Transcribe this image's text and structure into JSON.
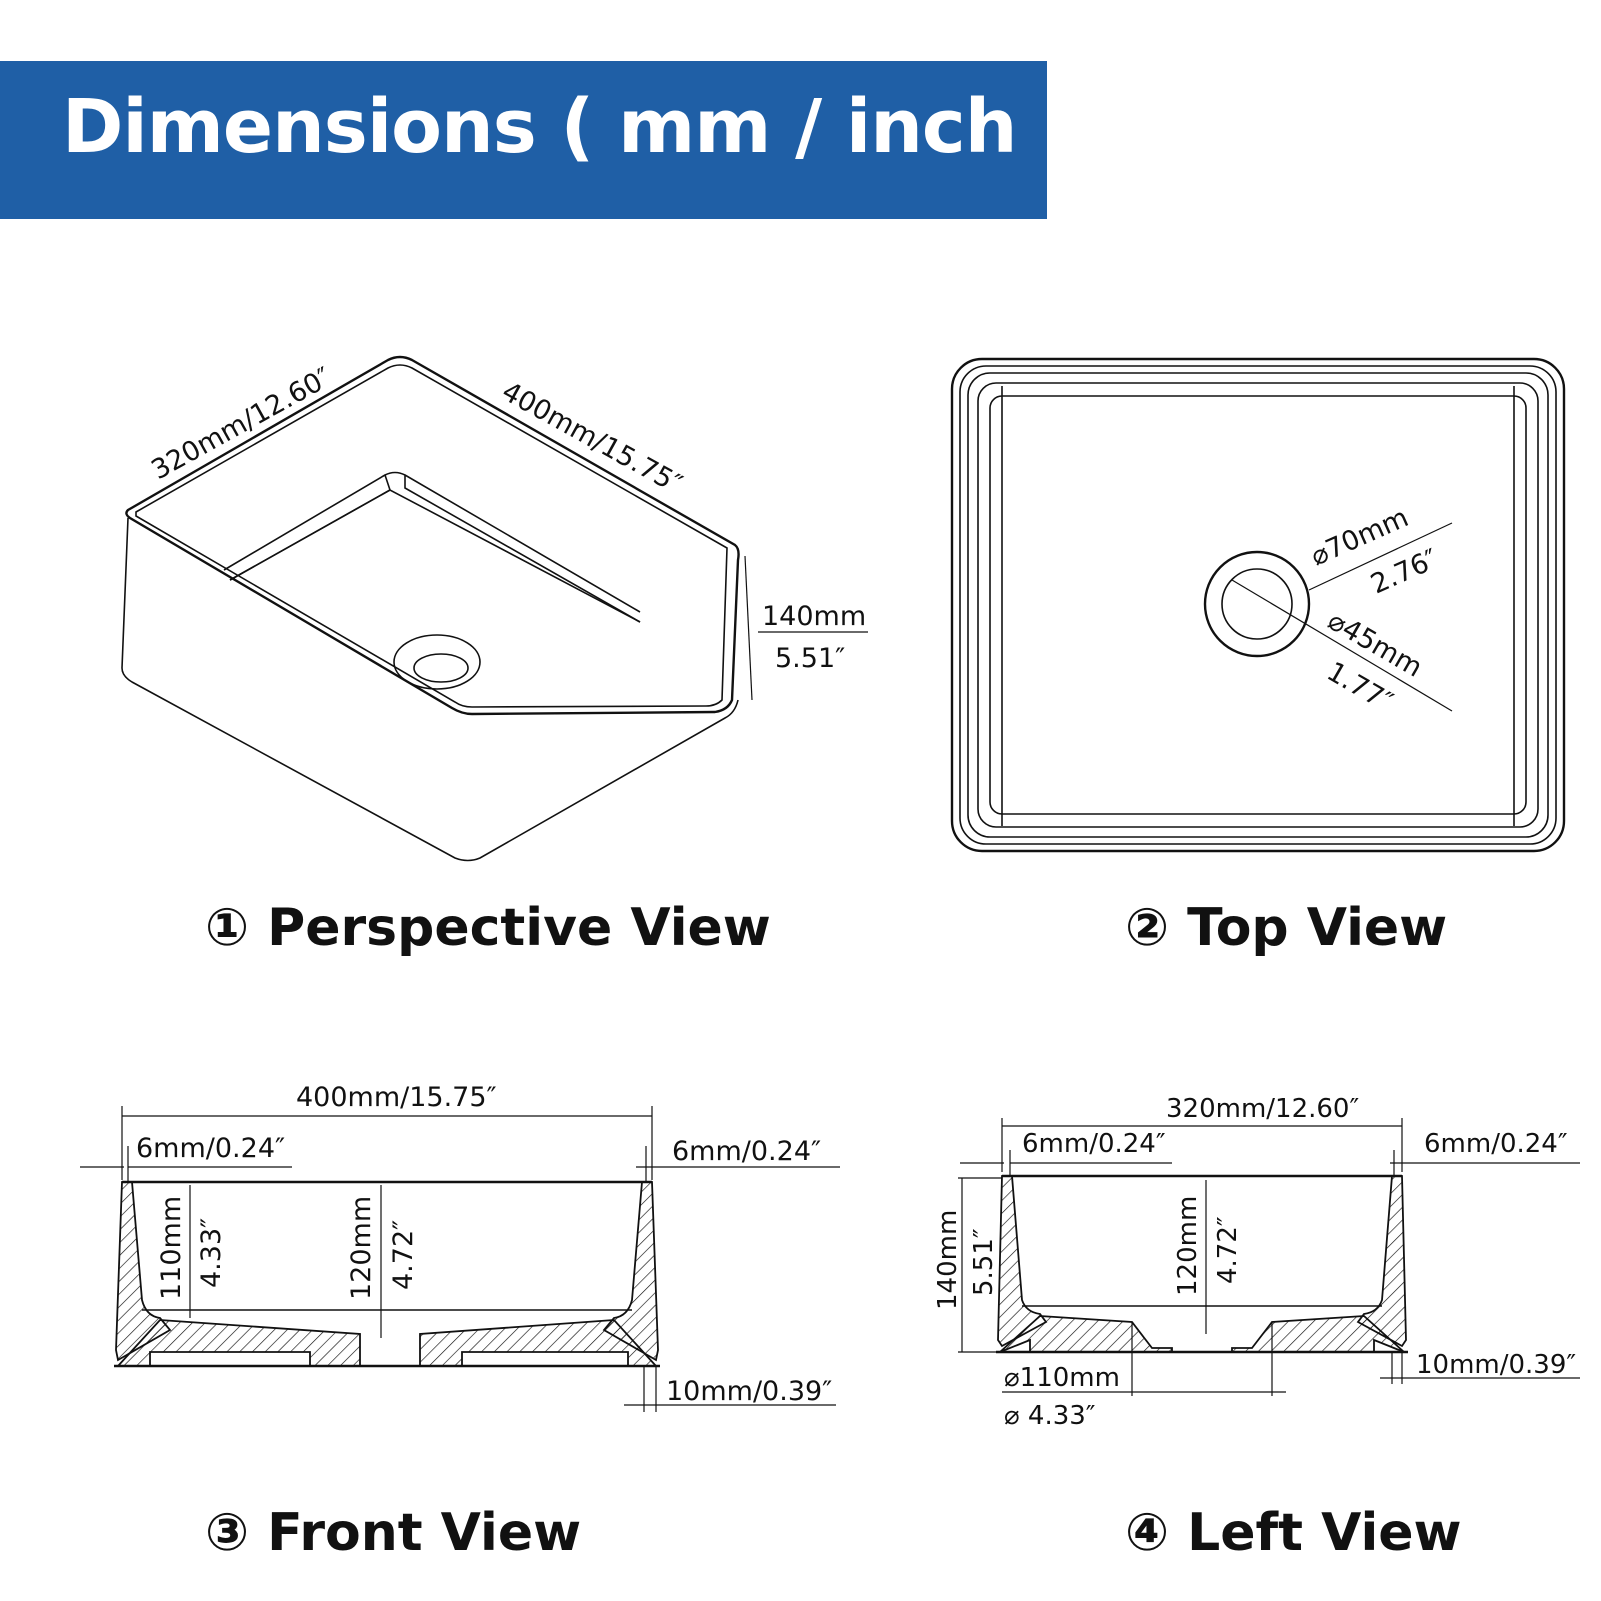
{
  "banner": {
    "title": "Dimensions ( mm / inch )",
    "color": "#1f5fa6"
  },
  "views": {
    "perspective": {
      "caption": "① Perspective View",
      "width_label": "320mm/12.60″",
      "length_label": "400mm/15.75″",
      "height_mm": "140mm",
      "height_in": "5.51″"
    },
    "top": {
      "caption": "② Top View",
      "outer_drain_mm": "⌀70mm",
      "outer_drain_in": "2.76″",
      "inner_drain_mm": "⌀45mm",
      "inner_drain_in": "1.77″"
    },
    "front": {
      "caption": "③ Front View",
      "overall_width": "400mm/15.75″",
      "left_wall": "6mm/0.24″",
      "right_wall": "6mm/0.24″",
      "basin_depth_mm": "110mm",
      "basin_depth_in": "4.33″",
      "center_depth_mm": "120mm",
      "center_depth_in": "4.72″",
      "bottom_thickness": "10mm/0.39″"
    },
    "left": {
      "caption": "④ Left View",
      "overall_width": "320mm/12.60″",
      "left_wall": "6mm/0.24″",
      "right_wall": "6mm/0.24″",
      "height_mm": "140mm",
      "height_in": "5.51″",
      "center_depth_mm": "120mm",
      "center_depth_in": "4.72″",
      "bottom_thickness": "10mm/0.39″",
      "drain_dia_mm": "⌀110mm",
      "drain_dia_in": "⌀  4.33″"
    }
  }
}
